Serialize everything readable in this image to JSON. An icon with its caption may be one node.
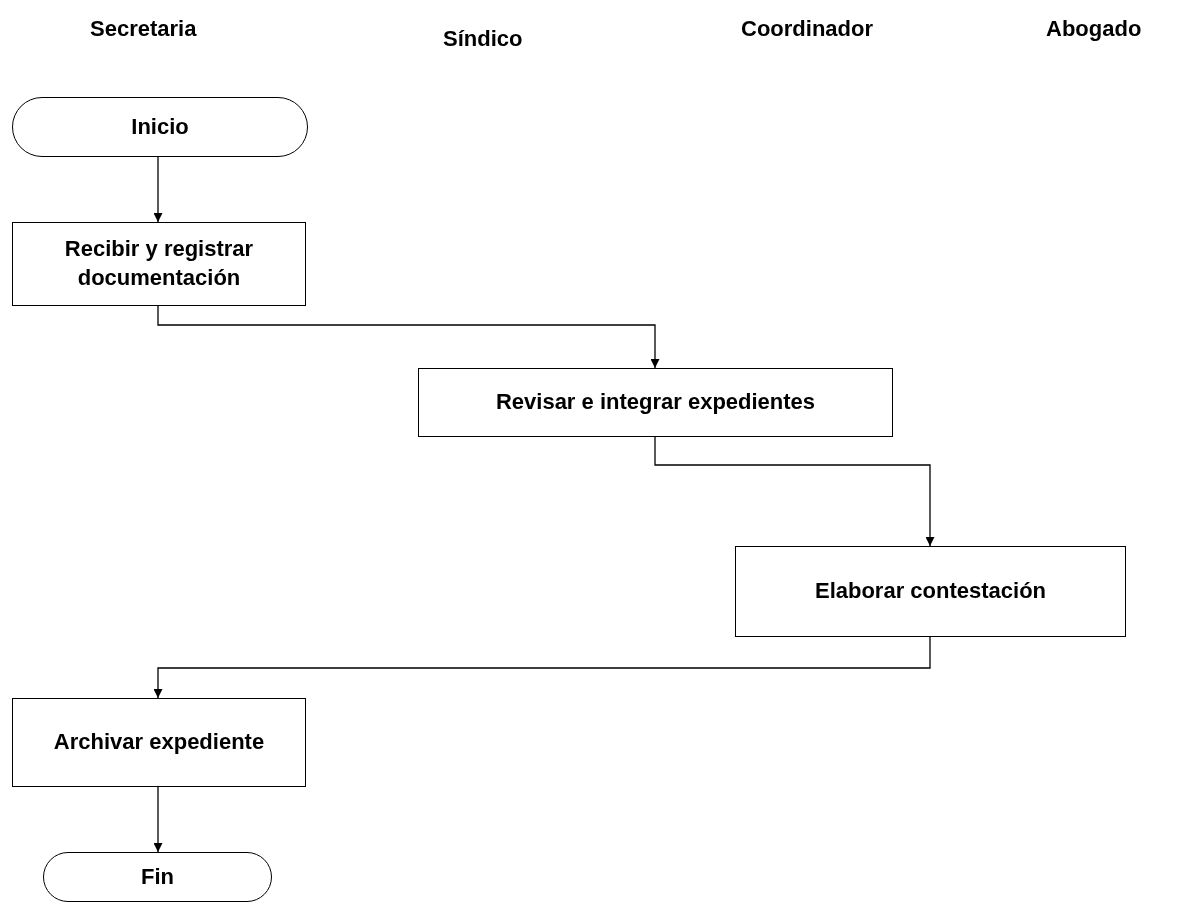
{
  "diagram": {
    "nodes": [
      {
        "text": [
          "Inicio"
        ]
      },
      {
        "text": [
          "Recibir y registrar documentación"
        ]
      },
      {
        "text": [
          "Revisar e integrar expedientes"
        ]
      },
      {
        "text": [
          "Elaborar contestación"
        ]
      },
      {
        "text": [
          "Archivar expediente"
        ]
      },
      {
        "text": [
          "Fin"
        ]
      }
    ],
    "edges": [
      {
        "from": 0,
        "to": 1,
        "arrow": "to"
      },
      {
        "from": 1,
        "to": 2,
        "arrow": "to"
      },
      {
        "from": 2,
        "to": 3,
        "arrow": "to"
      },
      {
        "from": 3,
        "to": 4,
        "arrow": "to"
      },
      {
        "from": 4,
        "to": 5,
        "arrow": "to"
      }
    ],
    "labels": [
      "Secretaria",
      "Síndico",
      "Coordinador",
      "Abogado"
    ]
  }
}
